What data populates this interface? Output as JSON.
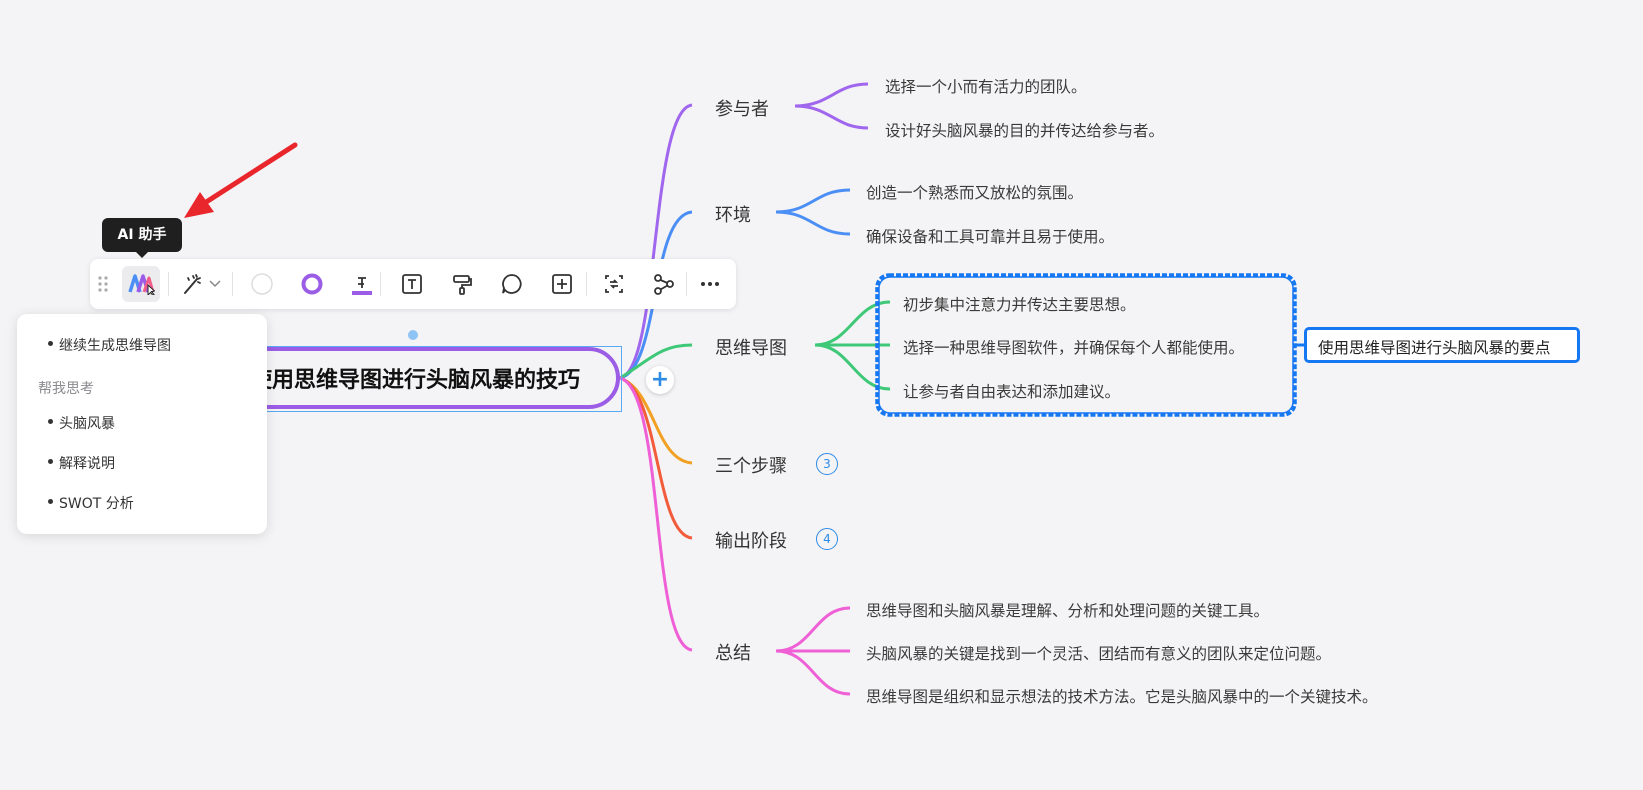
{
  "root": {
    "label": "使用思维导图进行头脑风暴的技巧",
    "add_symbol": "+"
  },
  "branches": [
    {
      "label": "参与者",
      "color": "#a066ee",
      "leaves": [
        "选择一个小而有活力的团队。",
        "设计好头脑风暴的目的并传达给参与者。"
      ]
    },
    {
      "label": "环境",
      "color": "#4b8ef5",
      "leaves": [
        "创造一个熟悉而又放松的氛围。",
        "确保设备和工具可靠并且易于使用。"
      ]
    },
    {
      "label": "思维导图",
      "color": "#3ec878",
      "leaves": [
        "初步集中注意力并传达主要思想。",
        "选择一种思维导图软件，并确保每个人都能使用。",
        "让参与者自由表达和添加建议。"
      ]
    },
    {
      "label": "三个步骤",
      "color": "#f2a023",
      "badge": "3",
      "leaves": []
    },
    {
      "label": "输出阶段",
      "color": "#f25c3b",
      "badge": "4",
      "leaves": []
    },
    {
      "label": "总结",
      "color": "#ef5fd6",
      "leaves": [
        "思维导图和头脑风暴是理解、分析和处理问题的关键工具。",
        "头脑风暴的关键是找到一个灵活、团结而有意义的团队来定位问题。",
        "思维导图是组织和显示想法的技术方法。它是头脑风暴中的一个关键技术。"
      ]
    }
  ],
  "summary": {
    "label": "使用思维导图进行头脑风暴的要点",
    "border_color": "#1677f2"
  },
  "tooltip": {
    "label": "AI 助手"
  },
  "ai_menu": {
    "top_item": "继续生成思维导图",
    "section_title": "帮我思考",
    "items": [
      "头脑风暴",
      "解释说明",
      "SWOT 分析"
    ]
  },
  "toolbar": {
    "icons": [
      "drag-handle-icon",
      "ai-assistant-icon",
      "magic-wand-icon",
      "chevron-down-icon",
      "fill-color-icon",
      "border-color-icon",
      "text-color-icon",
      "text-style-icon",
      "format-painter-icon",
      "comment-icon",
      "insert-icon",
      "layout-icon",
      "relation-icon",
      "more-icon"
    ]
  },
  "colors": {
    "accent": "#2e8be6",
    "root_border": "#9b5de5",
    "annotation_arrow": "#e8262b"
  }
}
